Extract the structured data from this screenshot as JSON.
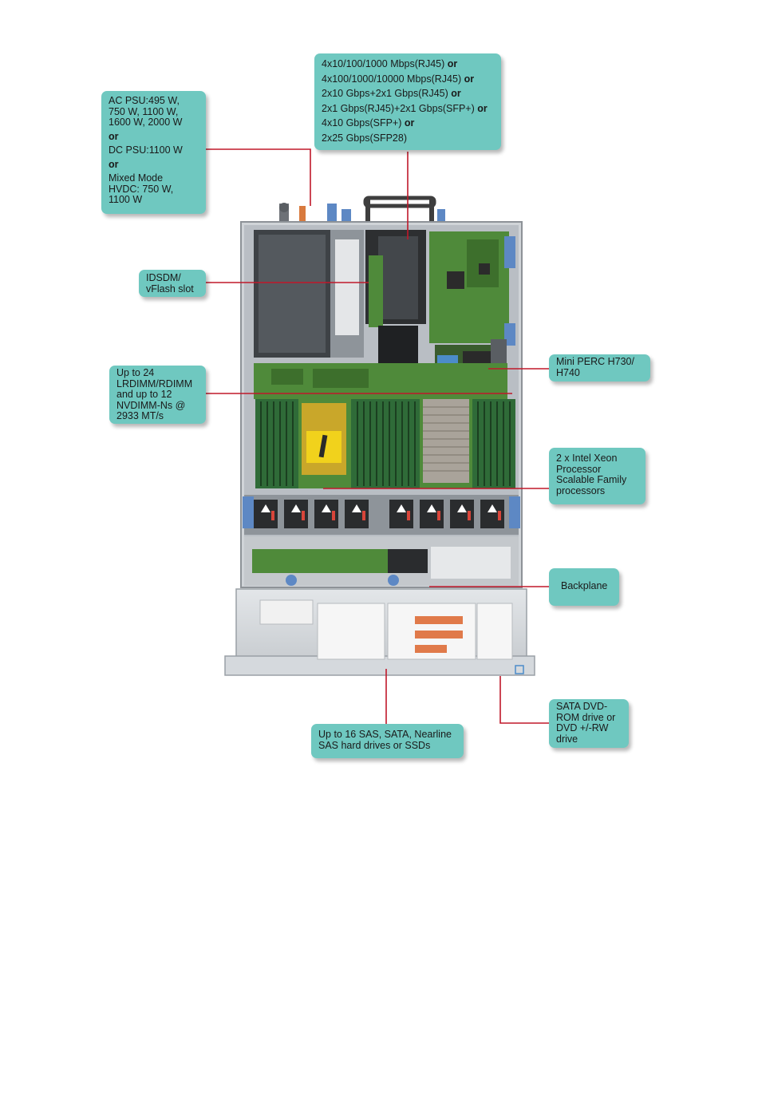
{
  "callouts": {
    "psu": {
      "lines": [
        "AC PSU:495 W,",
        "750 W, 1100 W,",
        "1600 W, 2000 W",
        "or",
        "DC PSU:1100 W",
        "or",
        "Mixed Mode",
        "HVDC: 750 W,",
        "1100 W"
      ]
    },
    "network": {
      "lines": [
        {
          "text": "4x10/100/1000 Mbps(RJ45) ",
          "conj": "or"
        },
        {
          "text": "4x100/1000/10000 Mbps(RJ45) ",
          "conj": "or"
        },
        {
          "text": "2x10 Gbps+2x1 Gbps(RJ45) ",
          "conj": "or"
        },
        {
          "text": "2x1 Gbps(RJ45)+2x1 Gbps(SFP+) ",
          "conj": "or"
        },
        {
          "text": "4x10 Gbps(SFP+) ",
          "conj": "or"
        },
        {
          "text": "2x25 Gbps(SFP28)",
          "conj": ""
        }
      ]
    },
    "idsdm": {
      "lines": [
        "IDSDM/",
        "vFlash slot"
      ]
    },
    "memory": {
      "lines": [
        "Up to 24",
        "LRDIMM/RDIMM",
        "and up to 12",
        "NVDIMM-Ns @",
        "2933 MT/s"
      ]
    },
    "perc": {
      "lines": [
        "Mini PERC H730/",
        "H740"
      ]
    },
    "cpu": {
      "lines": [
        "2 x Intel Xeon",
        "Processor",
        "Scalable Family",
        "processors"
      ]
    },
    "backplane": {
      "lines": [
        "Backplane"
      ]
    },
    "dvd": {
      "lines": [
        "SATA DVD-",
        "ROM drive or",
        "DVD +/-RW",
        "drive"
      ]
    },
    "drives": {
      "lines": [
        "Up to 16 SAS, SATA, Nearline",
        "SAS hard drives or SSDs"
      ]
    }
  },
  "colors": {
    "callout_fill": "#6fc8c0",
    "leader_line": "#c0182a",
    "chassis": "#b9bec4",
    "pcb": "#4f8a3a",
    "dimm": "#2f6b38",
    "heatsink": "#a9a39a",
    "front_panel": "#d5d9dd",
    "label_orange": "#e07a4a"
  }
}
